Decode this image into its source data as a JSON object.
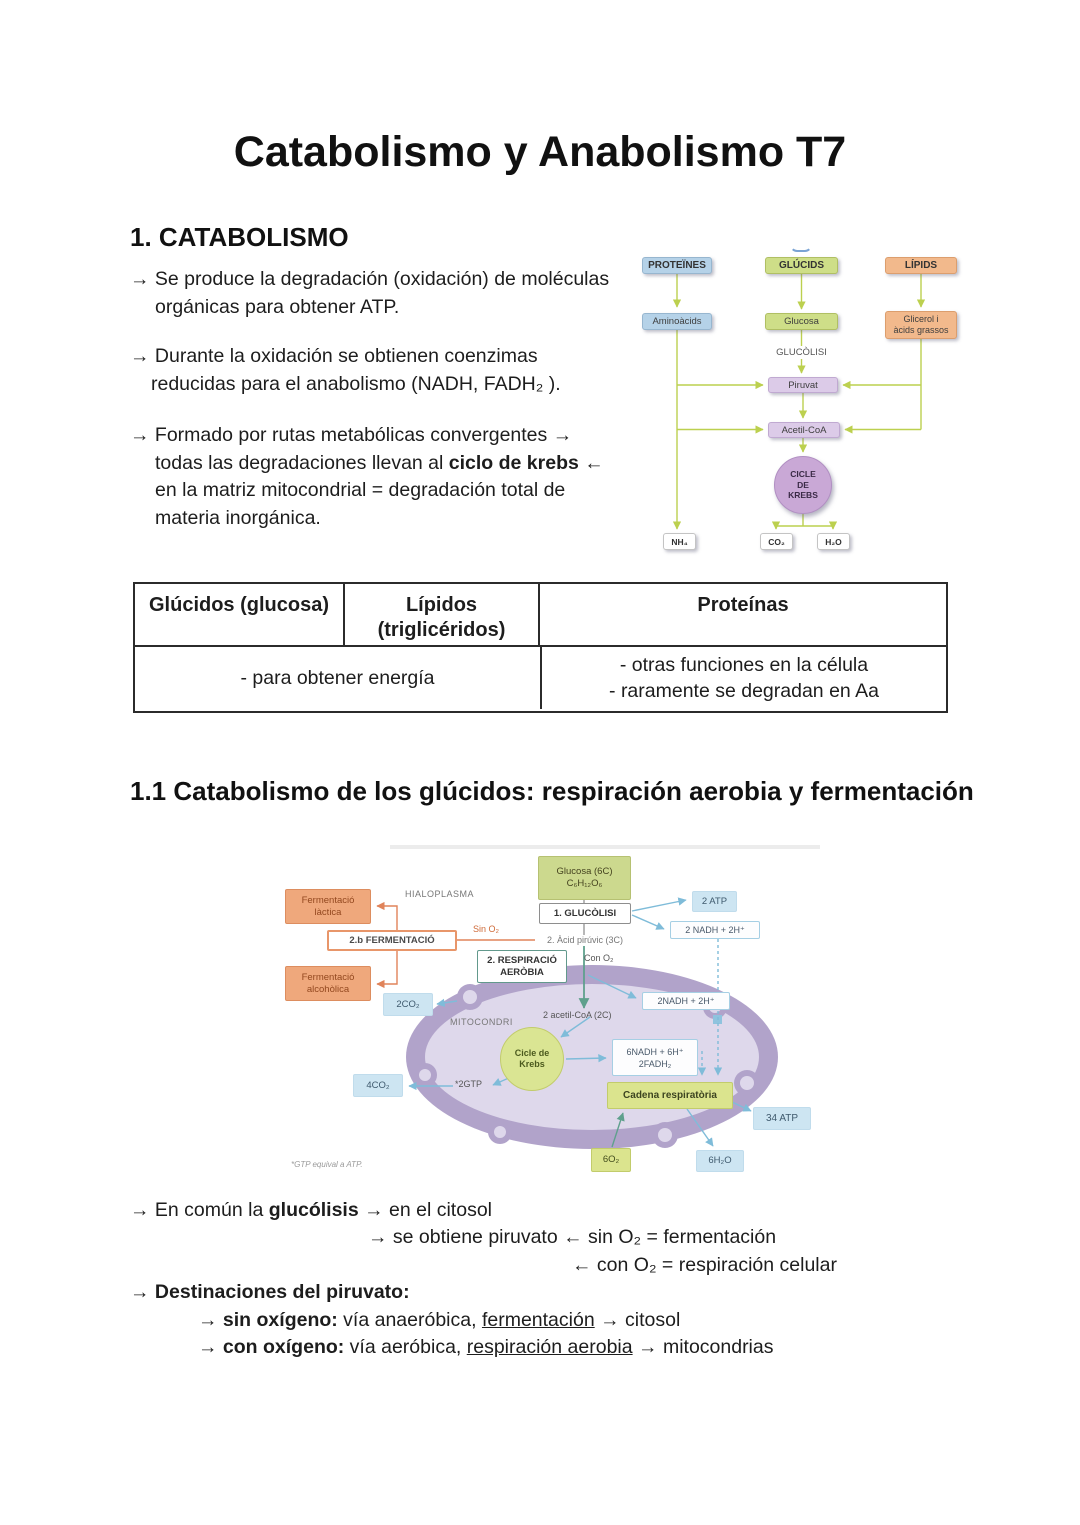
{
  "page": {
    "title": "Catabolismo y Anabolismo T7"
  },
  "section1": {
    "heading": "1. CATABOLISMO",
    "b1_l1": "→ Se produce la degradación (oxidación) de moléculas",
    "b1_l2": "orgánicas para obtener ATP.",
    "b2_l1": "→ Durante la oxidación se obtienen coenzimas",
    "b2_l2": "reducidas para el anabolismo (NADH, FADH₂ ).",
    "b3_l1": "→ Formado por rutas metabólicas convergentes →",
    "b3_l2_pre": "todas las degradaciones llevan al ",
    "b3_l2_bold": "ciclo de krebs",
    "b3_l2_post": " ←",
    "b3_l3": "en la matriz mitocondrial = degradación total de",
    "b3_l4": "materia inorgánica."
  },
  "diagram1": {
    "proteines": "PROTEÏNES",
    "glucids": "GLÚCIDS",
    "lipids": "LÍPIDS",
    "aminoacids": "Aminoàcids",
    "glucosa": "Glucosa",
    "glicerol_l1": "Glicerol i",
    "glicerol_l2": "àcids grassos",
    "glucolisi": "GLUCÒLISI",
    "piruvat": "Piruvat",
    "acetilcoa": "Acetil-CoA",
    "krebs_l1": "CICLE",
    "krebs_l2": "DE",
    "krebs_l3": "KREBS",
    "nh4": "NH₄",
    "co2": "CO₂",
    "h2o": "H₂O"
  },
  "table": {
    "h1": "Glúcidos (glucosa)",
    "h2_l1": "Lípidos",
    "h2_l2": "(triglicéridos)",
    "h3": "Proteínas",
    "c1": "- para obtener energía",
    "c2_l1": "- otras funciones en la célula",
    "c2_l2": "- raramente se degradan en Aa"
  },
  "section11": {
    "heading": "1.1 Catabolismo de los glúcidos: respiración aerobia y fermentación"
  },
  "diagram2": {
    "glucosa_l1": "Glucosa (6C)",
    "glucosa_l2": "C₆H₁₂O₆",
    "hialoplasma": "HIALOPLASMA",
    "ferm_lactica_l1": "Fermentació",
    "ferm_lactica_l2": "làctica",
    "fermentacio": "2.b FERMENTACIÓ",
    "sin_o2": "Sin O₂",
    "glucolisi": "1. GLUCÒLISI",
    "atp2": "2 ATP",
    "nadh2": "2 NADH + 2H⁺",
    "acid_piruvic": "2. Àcid pirúvic (3C)",
    "respiracio_l1": "2. RESPIRACIÓ",
    "respiracio_l2": "AERÒBIA",
    "con_o2": "Con O₂",
    "ferm_alcoholica_l1": "Fermentació",
    "ferm_alcoholica_l2": "alcohòlica",
    "co2_2": "2CO₂",
    "mitocondri": "MITOCONDRI",
    "acetilcoa2": "2 acetil-CoA (2C)",
    "nadh2_mito": "2NADH + 2H⁺",
    "krebs_l1": "Cicle de",
    "krebs_l2": "Krebs",
    "nadh6_l1": "6NADH + 6H⁺",
    "nadh6_l2": "2FADH₂",
    "co2_4": "4CO₂",
    "gtp": "*2GTP",
    "cadena": "Cadena respiratòria",
    "atp34": "34 ATP",
    "o2_6": "6O₂",
    "h2o_6": "6H₂O",
    "footnote": "*GTP equival a ATP."
  },
  "bottom": {
    "l1_pre": "→ En común la ",
    "l1_bold": "glucólisis",
    "l1_post": " → en el citosol",
    "l2": "→ se obtiene piruvato ← sin O₂ = fermentación",
    "l3": "← con O₂ = respiración celular",
    "l4_pre": "→ ",
    "l4_bold": "Destinaciones del piruvato:",
    "l5_pre": "→ ",
    "l5_bold": "sin oxígeno:",
    "l5_mid": "  vía anaeróbica, ",
    "l5_u": "fermentación",
    "l5_post": " → citosol",
    "l6_pre": "→ ",
    "l6_bold": "con oxígeno:",
    "l6_mid": "  vía aeróbica, ",
    "l6_u": "respiración aerobia",
    "l6_post": " → mitocondrias"
  },
  "colors": {
    "diagram_blue": "#b5d2e8",
    "diagram_green": "#cede88",
    "diagram_orange": "#f2b98c",
    "diagram_purple": "#dccbe8",
    "krebs_purple": "#c9a8d6",
    "mito_membrane": "#b1a3ca",
    "mito_matrix": "#ded8eb",
    "arrow_yellowgreen": "#bcd04f",
    "arrow_blue": "#7fbcd9",
    "arrow_orange": "#e0835a",
    "arrow_green": "#5fa08d",
    "lightblue_box": "#cde5f2",
    "yellowgreen_box": "#dbe48e"
  }
}
